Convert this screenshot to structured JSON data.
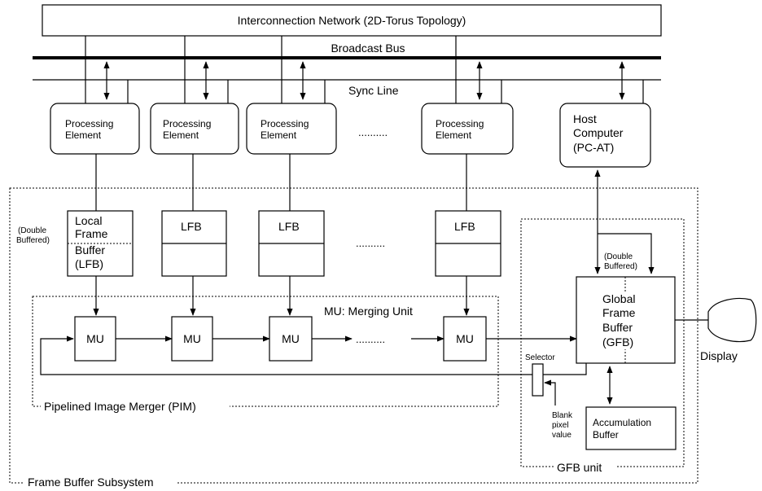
{
  "network": {
    "label": "Interconnection Network (2D-Torus Topology)"
  },
  "bus": {
    "broadcast": "Broadcast Bus",
    "sync": "Sync Line"
  },
  "pe": {
    "line1": "Processing",
    "line2": "Element"
  },
  "pe_ellipsis": "..........",
  "host": {
    "line1": "Host",
    "line2": "Computer",
    "line3": "(PC-AT)"
  },
  "lfb_first": {
    "line1": "Local",
    "line2": "Frame",
    "line3": "Buffer",
    "line4": "(LFB)"
  },
  "lfb_label": "LFB",
  "lfb_ellipsis": "..........",
  "double_buffered_left": {
    "line1": "(Double",
    "line2": "Buffered)"
  },
  "double_buffered_right": {
    "line1": "(Double",
    "line2": "Buffered)"
  },
  "mu_label": "MU",
  "mu_title": "MU: Merging Unit",
  "mu_ellipsis": "..........",
  "pim_label": "Pipelined Image Merger (PIM)",
  "subsystem_label": "Frame Buffer Subsystem",
  "gfb_unit_label": "GFB unit",
  "gfb": {
    "line1": "Global",
    "line2": "Frame",
    "line3": "Buffer",
    "line4": "(GFB)"
  },
  "selector": "Selector",
  "blank": {
    "line1": "Blank",
    "line2": "pixel",
    "line3": "value"
  },
  "accum": {
    "line1": "Accumulation",
    "line2": "Buffer"
  },
  "display": "Display"
}
